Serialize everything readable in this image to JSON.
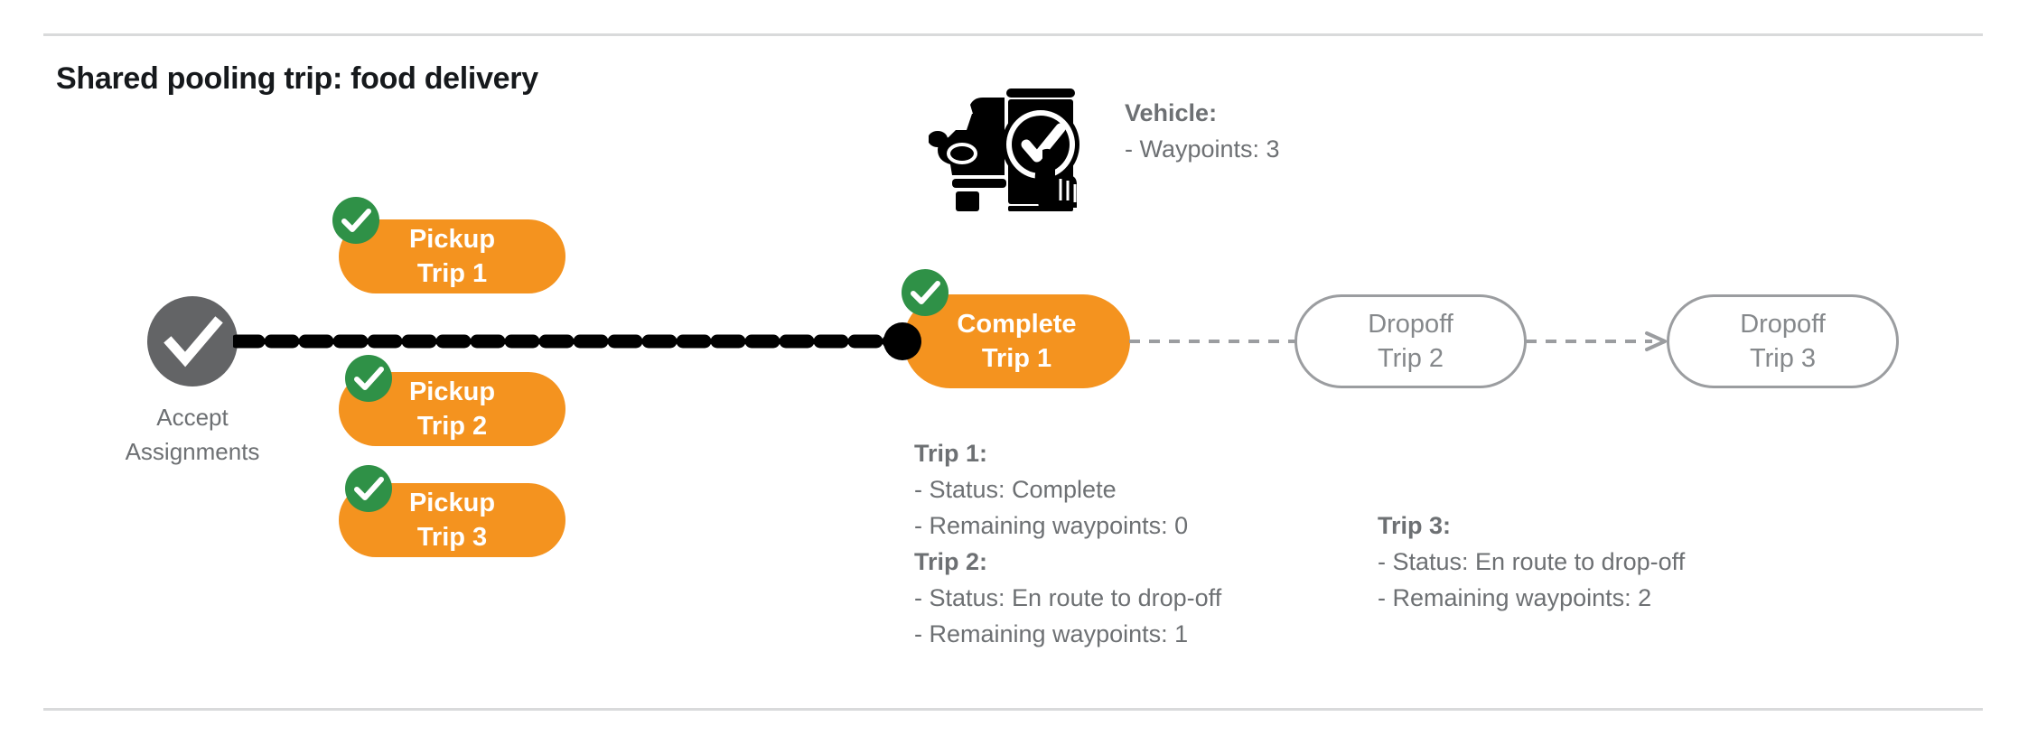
{
  "page": {
    "title": "Shared pooling trip: food delivery",
    "background": "#ffffff",
    "accent_orange": "#f4931f",
    "accent_green": "#2f9147",
    "accent_gray": "#636466",
    "text_gray": "#6d7073",
    "outline_gray": "#9b9da0"
  },
  "vehicle": {
    "icon": "car-phone-check-icon",
    "label": "Vehicle:",
    "waypoints_line": "- Waypoints: 3",
    "waypoints": 3
  },
  "accept": {
    "icon": "check-circle-icon",
    "label_line1": "Accept",
    "label_line2": "Assignments"
  },
  "nodes": [
    {
      "name": "pickup-trip-1",
      "line1": "Pickup",
      "line2": "Trip 1",
      "style": "orange",
      "completed": true
    },
    {
      "name": "pickup-trip-2",
      "line1": "Pickup",
      "line2": "Trip 2",
      "style": "orange",
      "completed": true
    },
    {
      "name": "pickup-trip-3",
      "line1": "Pickup",
      "line2": "Trip 3",
      "style": "orange",
      "completed": true
    },
    {
      "name": "complete-trip-1",
      "line1": "Complete",
      "line2": "Trip 1",
      "style": "orange",
      "completed": true
    },
    {
      "name": "dropoff-trip-2",
      "line1": "Dropoff",
      "line2": "Trip 2",
      "style": "outline",
      "completed": false
    },
    {
      "name": "dropoff-trip-3",
      "line1": "Dropoff",
      "line2": "Trip 3",
      "style": "outline",
      "completed": false
    }
  ],
  "trip_details": [
    {
      "heading": "Trip 1:",
      "status": "- Status:  Complete",
      "remaining": "- Remaining waypoints: 0"
    },
    {
      "heading": "Trip 2:",
      "status": "- Status:  En route to drop-off",
      "remaining": "- Remaining waypoints: 1"
    },
    {
      "heading": "Trip 3:",
      "status": "- Status:  En route to drop-off",
      "remaining": "- Remaining waypoints: 2"
    }
  ]
}
